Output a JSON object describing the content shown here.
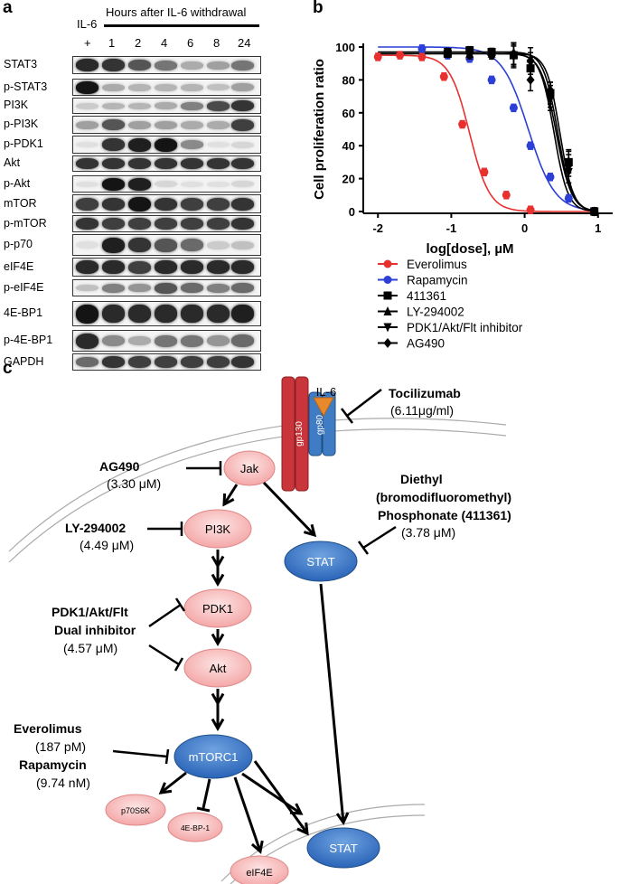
{
  "panel_a": {
    "letter": "a",
    "il6_label": "IL-6",
    "plus": "+",
    "hours_label": "Hours after IL-6 withdrawal",
    "hours": [
      "1",
      "2",
      "4",
      "6",
      "8",
      "24"
    ],
    "blots": [
      {
        "label": "STAT3",
        "bands": [
          0.9,
          0.85,
          0.7,
          0.55,
          0.3,
          0.35,
          0.55
        ]
      },
      {
        "label": "p-STAT3",
        "bands": [
          1.0,
          0.3,
          0.25,
          0.25,
          0.25,
          0.2,
          0.35
        ]
      },
      {
        "label": "PI3K",
        "bands": [
          0.15,
          0.25,
          0.25,
          0.3,
          0.5,
          0.75,
          0.85
        ]
      },
      {
        "label": "p-PI3K",
        "bands": [
          0.35,
          0.7,
          0.35,
          0.35,
          0.3,
          0.3,
          0.8
        ]
      },
      {
        "label": "p-PDK1",
        "bands": [
          0.05,
          0.85,
          0.95,
          1.0,
          0.45,
          0.05,
          0.1
        ]
      },
      {
        "label": "Akt",
        "bands": [
          0.85,
          0.85,
          0.85,
          0.85,
          0.85,
          0.85,
          0.85
        ]
      },
      {
        "label": "p-Akt",
        "bands": [
          0.05,
          1.0,
          0.95,
          0.1,
          0.05,
          0.05,
          0.1
        ]
      },
      {
        "label": "mTOR",
        "bands": [
          0.8,
          0.85,
          1.0,
          0.85,
          0.8,
          0.8,
          0.85
        ]
      },
      {
        "label": "p-mTOR",
        "bands": [
          0.85,
          0.8,
          0.8,
          0.8,
          0.8,
          0.8,
          0.85
        ]
      },
      {
        "label": "p-p70",
        "bands": [
          0.05,
          0.95,
          0.85,
          0.7,
          0.6,
          0.15,
          0.2
        ]
      },
      {
        "label": "eIF4E",
        "bands": [
          0.9,
          0.9,
          0.8,
          0.9,
          0.9,
          0.9,
          0.9
        ]
      },
      {
        "label": "p-eIF4E",
        "bands": [
          0.2,
          0.5,
          0.4,
          0.7,
          0.6,
          0.5,
          0.6
        ]
      },
      {
        "label": "4E-BP1",
        "bands": [
          1.0,
          0.9,
          0.9,
          0.9,
          0.9,
          0.9,
          0.95
        ]
      },
      {
        "label": "p-4E-BP1",
        "bands": [
          0.9,
          0.45,
          0.3,
          0.55,
          0.55,
          0.4,
          0.6
        ]
      },
      {
        "label": "GAPDH",
        "bands": [
          0.6,
          0.85,
          0.8,
          0.8,
          0.8,
          0.8,
          0.85
        ]
      }
    ]
  },
  "panel_b": {
    "letter": "b",
    "chart_data": {
      "type": "scatter",
      "title": "",
      "xlabel": "log[dose], µM",
      "ylabel": "Cell proliferation ratio",
      "xlim": [
        -2.2,
        1.2
      ],
      "ylim": [
        0,
        100
      ],
      "xticks": [
        "-2",
        "-1",
        "0",
        "1"
      ],
      "yticks": [
        "0",
        "20",
        "40",
        "60",
        "80",
        "100"
      ],
      "legend_position": "bottom",
      "series": [
        {
          "name": "Everolimus",
          "color": "#e8302f",
          "marker": "circle",
          "x": [
            -2,
            -1.7,
            -1.4,
            -1.1,
            -0.85,
            -0.55,
            -0.25,
            0.08
          ],
          "y": [
            94,
            95,
            94,
            82,
            53,
            24,
            10,
            1
          ]
        },
        {
          "name": "Rapamycin",
          "color": "#2c3fd6",
          "marker": "circle",
          "x": [
            -1.4,
            -1.05,
            -0.75,
            -0.45,
            -0.15,
            0.08,
            0.35,
            0.6,
            0.95
          ],
          "y": [
            99,
            95,
            93,
            80,
            63,
            40,
            21,
            8,
            0
          ]
        },
        {
          "name": "411361",
          "color": "#000000",
          "marker": "square",
          "x": [
            -1.05,
            -0.75,
            -0.45,
            -0.15,
            0.08,
            0.35,
            0.6,
            0.95
          ],
          "y": [
            96,
            98,
            97,
            95,
            87,
            72,
            30,
            0
          ]
        },
        {
          "name": "LY-294002",
          "color": "#000000",
          "marker": "triangle-up",
          "x": [
            -1.05,
            -0.75,
            -0.45,
            -0.15,
            0.08,
            0.35,
            0.6,
            0.95
          ],
          "y": [
            96,
            96,
            96,
            96,
            93,
            72,
            31,
            0
          ]
        },
        {
          "name": "PDK1/Akt/Flt inhibitor",
          "color": "#000000",
          "marker": "triangle-down",
          "x": [
            -1.05,
            -0.75,
            -0.45,
            -0.15,
            0.08,
            0.35,
            0.6,
            0.95
          ],
          "y": [
            97,
            95,
            95,
            94,
            90,
            68,
            24,
            0
          ]
        },
        {
          "name": "AG490",
          "color": "#000000",
          "marker": "diamond",
          "x": [
            -1.05,
            -0.75,
            -0.45,
            -0.15,
            0.08,
            0.35,
            0.6,
            0.95
          ],
          "y": [
            96,
            96,
            95,
            96,
            80,
            70,
            28,
            0
          ]
        }
      ]
    }
  },
  "panel_c": {
    "letter": "c",
    "il6": "IL-6",
    "gp130": "gp130",
    "gp80": "gp80",
    "jak": "Jak",
    "pi3k": "PI3K",
    "pdk1": "PDK1",
    "akt": "Akt",
    "mtorc1": "mTORC1",
    "stat_top": "STAT",
    "stat_bottom": "STAT",
    "p70s6k": "p70S6K",
    "bp1": "4E-BP-1",
    "eif4e": "eIF4E",
    "toci_name": "Tocilizumab",
    "toci_dose": "(6.11μg/ml)",
    "ag490_name": "AG490",
    "ag490_dose": "(3.30 μM)",
    "ly_name": "LY-294002",
    "ly_dose": "(4.49 μM)",
    "pdk_name1": "PDK1/Akt/Flt",
    "pdk_name2": "Dual inhibitor",
    "pdk_dose": "(4.57 μM)",
    "eve_name": "Everolimus",
    "eve_dose": "(187 pM)",
    "rapa_name": "Rapamycin",
    "rapa_dose": "(9.74 nM)",
    "diethyl1": "Diethyl",
    "diethyl2": "(bromodifluoromethyl)",
    "diethyl3": "Phosphonate (411361)",
    "diethyl_dose": "(3.78 μM)"
  }
}
